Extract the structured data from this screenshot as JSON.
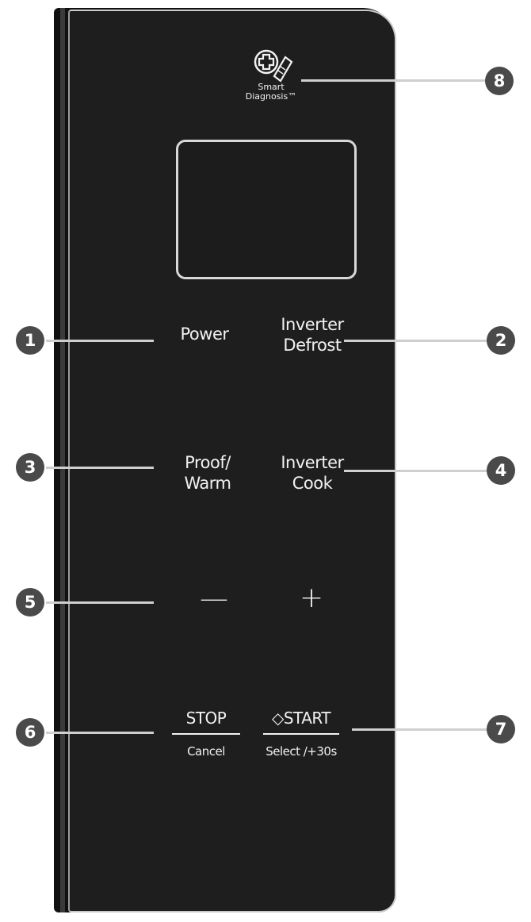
{
  "smart": {
    "line1": "Smart",
    "line2": "Diagnosis™"
  },
  "keys": {
    "power": "Power",
    "defrost_1": "Inverter",
    "defrost_2": "Defrost",
    "proof_1": "Proof/",
    "proof_2": "Warm",
    "cook_1": "Inverter",
    "cook_2": "Cook",
    "minus": "—",
    "plus": "+",
    "stop": "STOP",
    "cancel": "Cancel",
    "start": "◇START",
    "select": "Select /+30s"
  },
  "callouts": [
    "1",
    "2",
    "3",
    "4",
    "5",
    "6",
    "7",
    "8"
  ]
}
